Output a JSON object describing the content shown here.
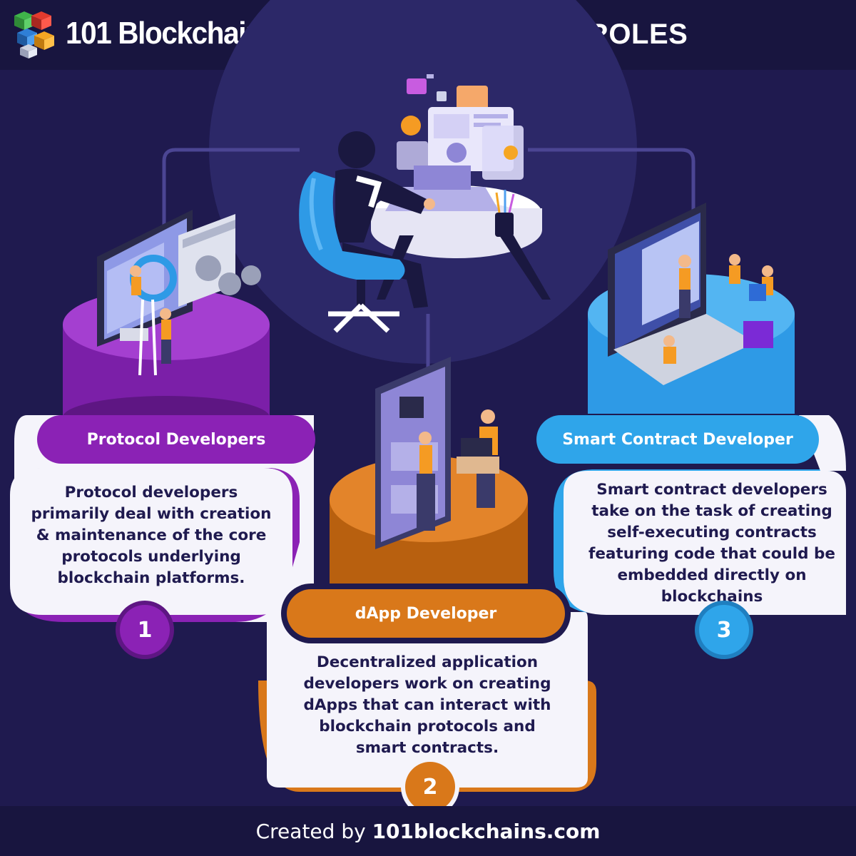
{
  "header": {
    "brand": "101 Blockchains",
    "title": "WEB3 DEVELOPER ROLES"
  },
  "colors": {
    "background": "#1f1a4f",
    "header": "#18153f",
    "purple": "#8b22b5",
    "orange": "#d9781a",
    "blue": "#2fa5ea",
    "card": "#f5f4fb"
  },
  "icons": [
    "logo-cubes-icon",
    "developer-desk-icon",
    "monitor-gears-icon",
    "smartphone-code-icon",
    "laptop-code-icon"
  ],
  "roles": [
    {
      "title": "Protocol Developers",
      "description_lines": [
        "Protocol developers",
        "primarily deal with creation",
        "& maintenance of the core",
        "protocols underlying",
        "blockchain platforms."
      ],
      "number": "1"
    },
    {
      "title": "dApp Developer",
      "description_lines": [
        "Decentralized application",
        "developers work on creating",
        "dApps that can interact with",
        "blockchain protocols and",
        "smart contracts."
      ],
      "number": "2"
    },
    {
      "title": "Smart Contract Developer",
      "description_lines": [
        "Smart contract developers",
        "take on the task of creating",
        "self-executing contracts",
        "featuring code that could be",
        "embedded directly on",
        "blockchains"
      ],
      "number": "3"
    }
  ],
  "footer": {
    "prefix": "Created by",
    "site": "101blockchains.com"
  }
}
